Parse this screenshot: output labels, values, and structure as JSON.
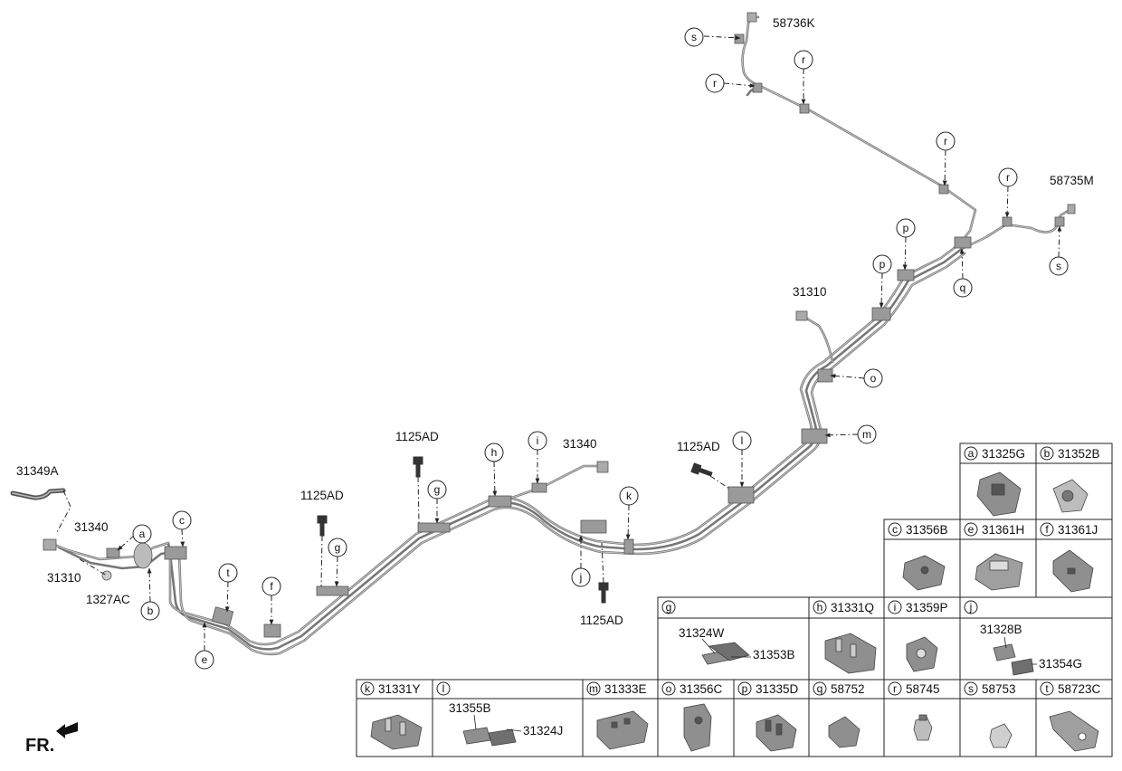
{
  "diagram": {
    "part_labels": {
      "p31349A": "31349A",
      "p31340_left": "31340",
      "p31310_left": "31310",
      "p1327AC": "1327AC",
      "p1125AD_a": "1125AD",
      "p1125AD_b": "1125AD",
      "p1125AD_c": "1125AD",
      "p1125AD_d": "1125AD",
      "p31340_mid": "31340",
      "p31310_right": "31310",
      "p58736K": "58736K",
      "p58735M": "58735M"
    },
    "callouts": {
      "a": "a",
      "b": "b",
      "c": "c",
      "e": "e",
      "f": "f",
      "g1": "g",
      "g2": "g",
      "h": "h",
      "i": "i",
      "j": "j",
      "k": "k",
      "l": "l",
      "m": "m",
      "o": "o",
      "p1": "p",
      "p2": "p",
      "q": "q",
      "r1": "r",
      "r2": "r",
      "r3": "r",
      "r4": "r",
      "s1": "s",
      "s2": "s",
      "t": "t"
    },
    "direction_label": "FR."
  },
  "legend": {
    "a": {
      "letter": "a",
      "parts": [
        "31325G"
      ]
    },
    "b": {
      "letter": "b",
      "parts": [
        "31352B"
      ]
    },
    "c": {
      "letter": "c",
      "parts": [
        "31356B"
      ]
    },
    "e": {
      "letter": "e",
      "parts": [
        "31361H"
      ]
    },
    "f": {
      "letter": "f",
      "parts": [
        "31361J"
      ]
    },
    "g": {
      "letter": "g",
      "parts": [
        "31324W",
        "31353B"
      ]
    },
    "h": {
      "letter": "h",
      "parts": [
        "31331Q"
      ]
    },
    "i": {
      "letter": "i",
      "parts": [
        "31359P"
      ]
    },
    "j": {
      "letter": "j",
      "parts": [
        "31328B",
        "31354G"
      ]
    },
    "k": {
      "letter": "k",
      "parts": [
        "31331Y"
      ]
    },
    "l": {
      "letter": "l",
      "parts": [
        "31355B",
        "31324J"
      ]
    },
    "m": {
      "letter": "m",
      "parts": [
        "31333E"
      ]
    },
    "o": {
      "letter": "o",
      "parts": [
        "31356C"
      ]
    },
    "p": {
      "letter": "p",
      "parts": [
        "31335D"
      ]
    },
    "q": {
      "letter": "q",
      "parts": [
        "58752"
      ]
    },
    "r": {
      "letter": "r",
      "parts": [
        "58745"
      ]
    },
    "s": {
      "letter": "s",
      "parts": [
        "58753"
      ]
    },
    "t": {
      "letter": "t",
      "parts": [
        "58723C"
      ]
    }
  }
}
